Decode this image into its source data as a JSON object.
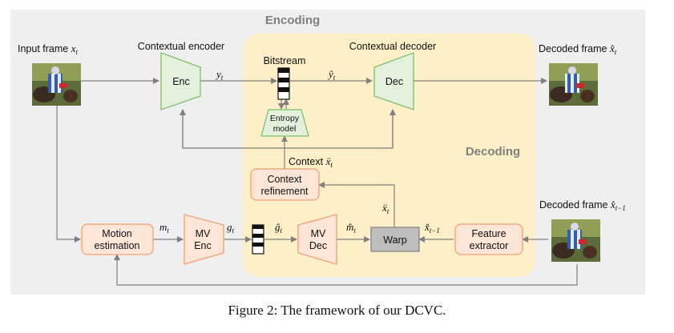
{
  "sections": {
    "encoding": "Encoding",
    "decoding": "Decoding"
  },
  "labels": {
    "input_frame": "Input frame",
    "contextual_encoder": "Contextual encoder",
    "contextual_decoder": "Contextual decoder",
    "decoded_frame_t": "Decoded frame",
    "decoded_frame_t1": "Decoded frame",
    "bitstream": "Bitstream",
    "context": "Context"
  },
  "math": {
    "x_t": "x",
    "x_t_sub": "t",
    "y_t": "y",
    "y_t_sub": "t",
    "y_hat_t": "ŷ",
    "y_hat_t_sub": "t",
    "x_hat_t": "x̂",
    "x_hat_t_sub": "t",
    "x_hat_t1": "x̂",
    "x_hat_t1_sub": "t−1",
    "x_ddot_t_context": "ẍ",
    "x_ddot_t_context_sub": "t",
    "x_ddot_t_warp": "ẍ",
    "x_ddot_t_warp_sub": "t",
    "x_check_t1": "x̌",
    "x_check_t1_sub": "t−1",
    "m_t": "m",
    "m_t_sub": "t",
    "g_t": "g",
    "g_t_sub": "t",
    "g_hat_t": "ĝ",
    "g_hat_t_sub": "t",
    "m_hat_t": "m̂",
    "m_hat_t_sub": "t"
  },
  "blocks": {
    "enc": "Enc",
    "dec": "Dec",
    "entropy_line1": "Entropy",
    "entropy_line2": "model",
    "context_refine_line1": "Context",
    "context_refine_line2": "refinement",
    "motion_line1": "Motion",
    "motion_line2": "estimation",
    "mv_enc_line1": "MV",
    "mv_enc_line2": "Enc",
    "mv_dec_line1": "MV",
    "mv_dec_line2": "Dec",
    "warp": "Warp",
    "feature_line1": "Feature",
    "feature_line2": "extractor"
  },
  "caption": "Figure 2: The framework of our DCVC.",
  "colors": {
    "panel_bg": "#efefef",
    "decoding_bg": "#fdf0c8",
    "green_fill": "#e3f1dc",
    "green_stroke": "#7fbf6a",
    "orange_fill": "#fde6d8",
    "orange_stroke": "#f0a070",
    "warp_fill": "#bdbdbd",
    "arrow": "#808080"
  }
}
